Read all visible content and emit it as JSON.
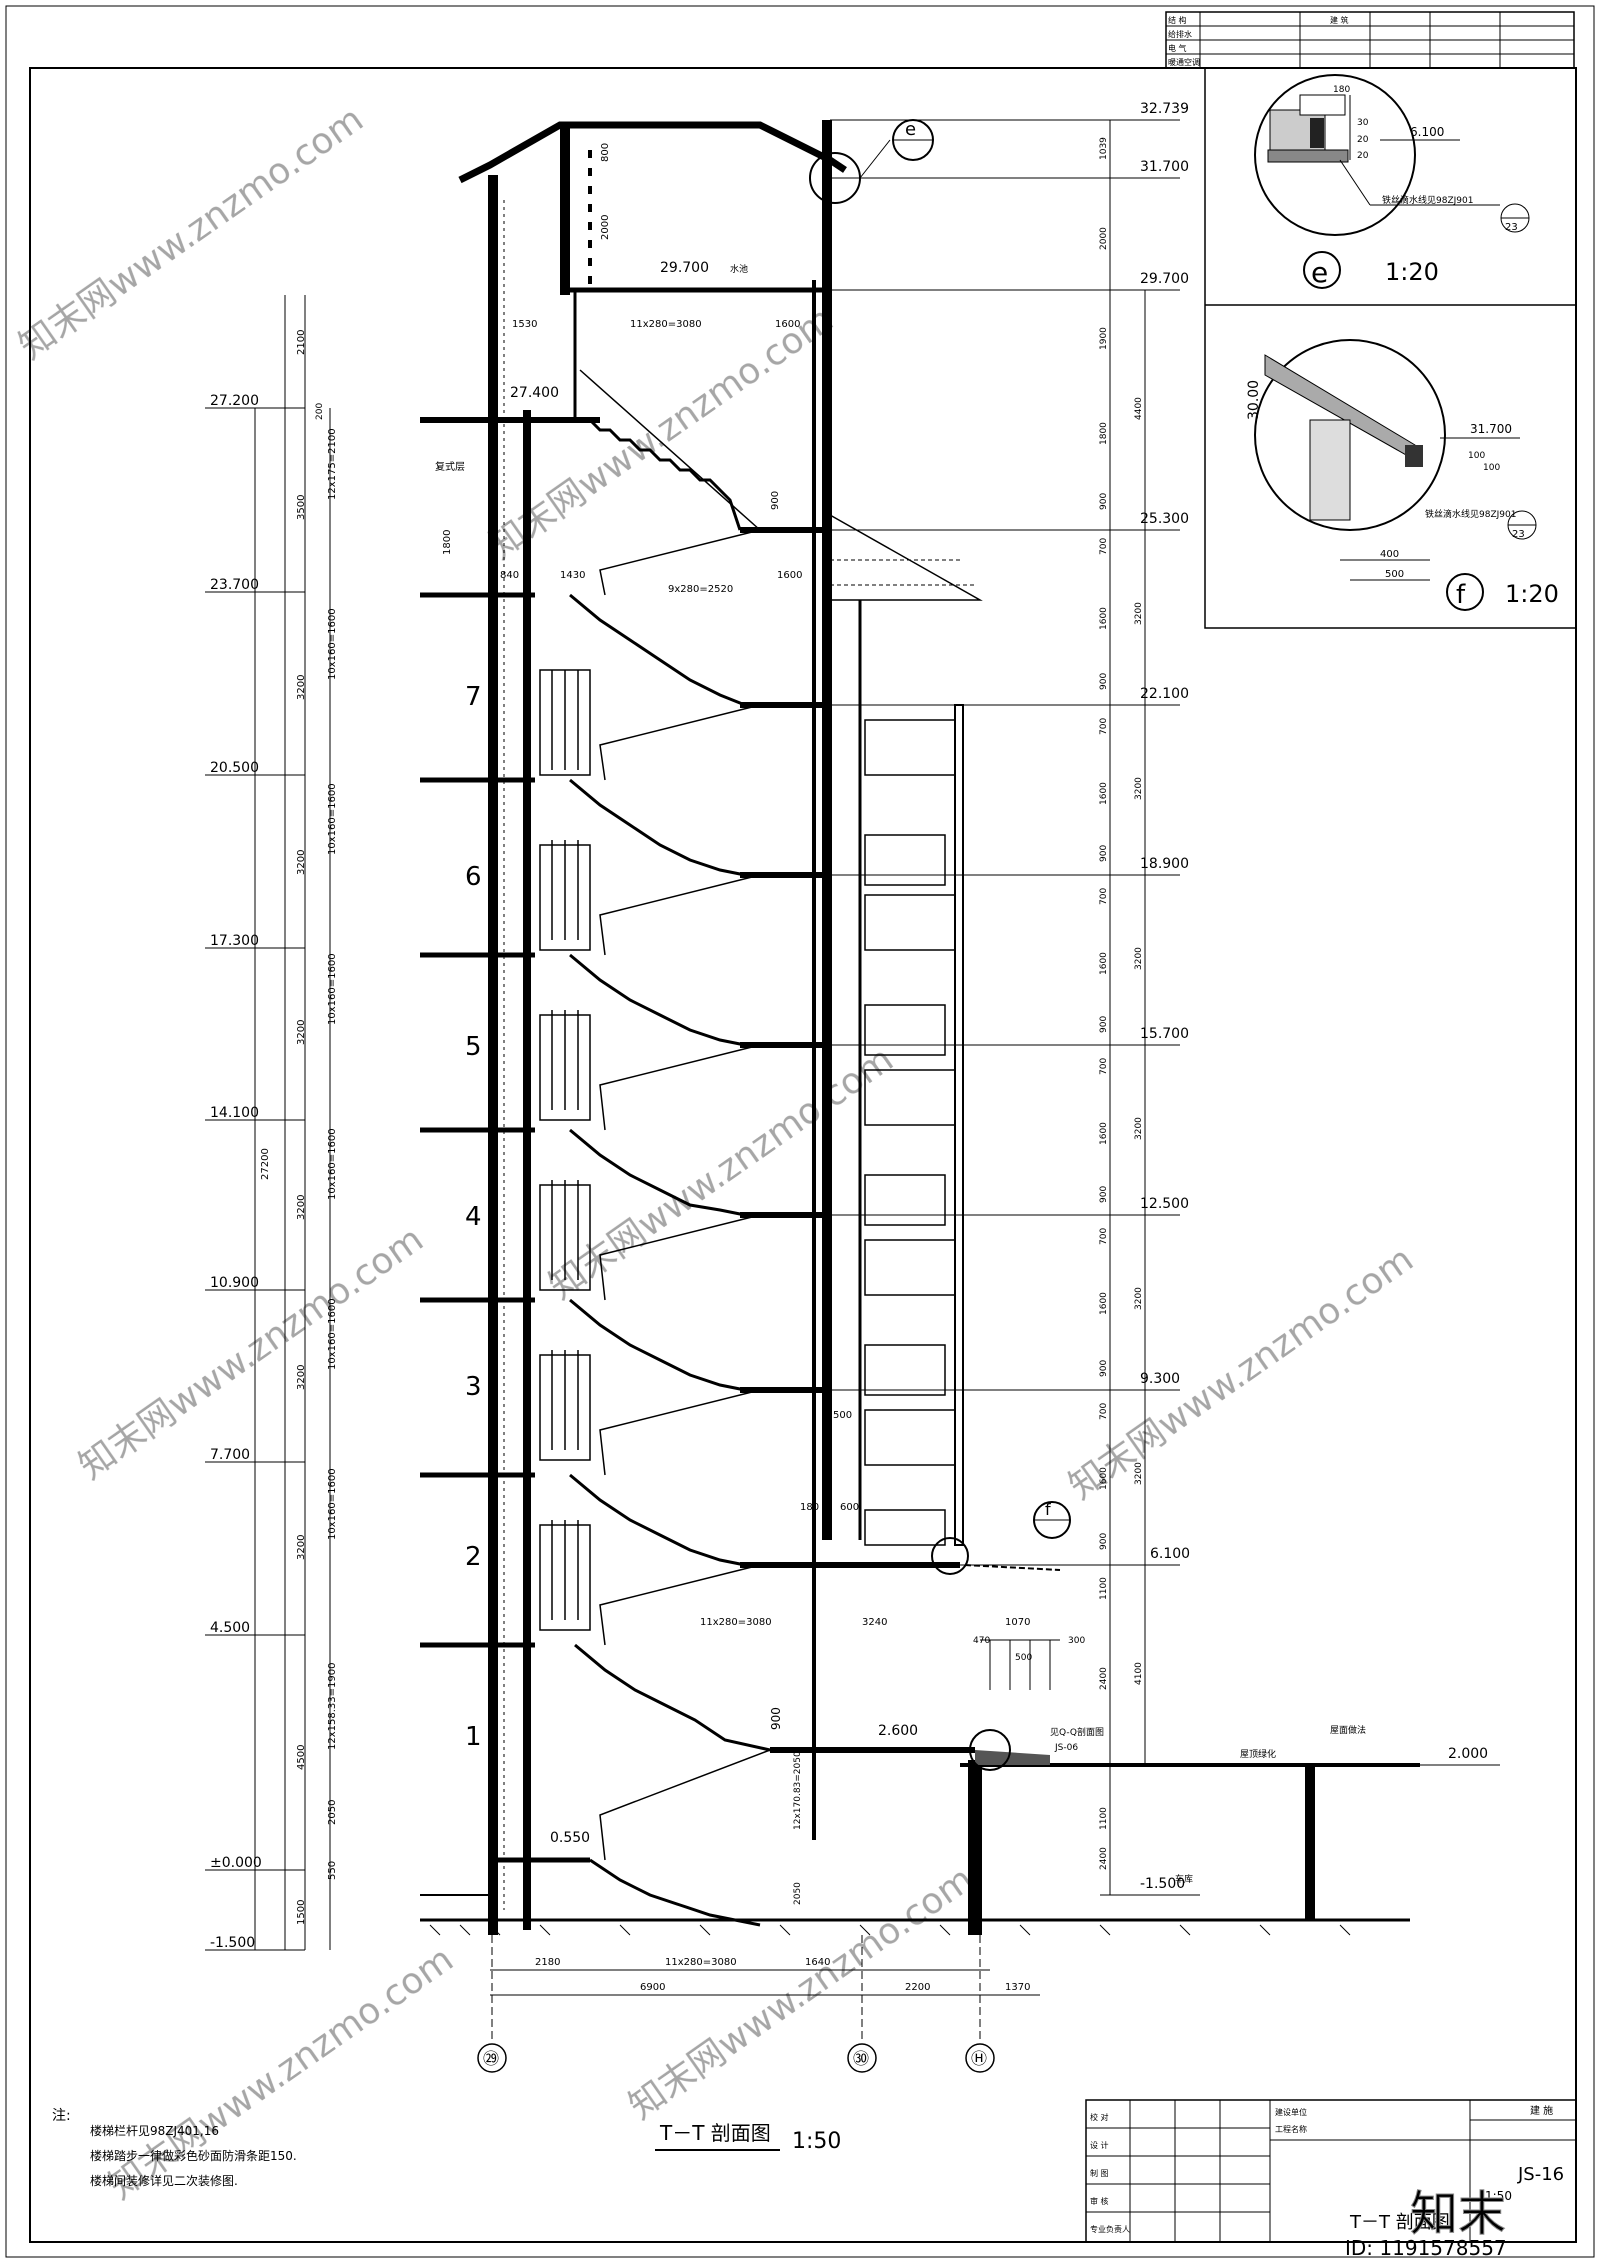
{
  "left_elevations": [
    "27.200",
    "23.700",
    "20.500",
    "17.300",
    "14.100",
    "10.900",
    "7.700",
    "4.500",
    "±0.000",
    "-1.500"
  ],
  "right_elevations": [
    "32.739",
    "31.700",
    "29.700",
    "25.300",
    "22.100",
    "18.900",
    "15.700",
    "12.500",
    "9.300",
    "6.100",
    "2.000",
    "-1.500"
  ],
  "interior_labels": {
    "roof_water_tank_level": "29.700",
    "water_tank": "水池",
    "upper_landing_level": "27.400",
    "duplex_room": "复式层",
    "bottom_landing_level": "0.550",
    "podium_level": "2.600",
    "carport": "车库"
  },
  "floor_numbers": [
    "7",
    "6",
    "5",
    "4",
    "3",
    "2",
    "1"
  ],
  "left_dims_outer": [
    "2100",
    "3500",
    "3200",
    "3200",
    "3200",
    "3200",
    "3200",
    "3200",
    "4500",
    "1500"
  ],
  "left_dims_inner": [
    "12x175=2100",
    "10x160=1600",
    "10x160=1600",
    "10x160=1600",
    "10x160=1600",
    "10x160=1600",
    "10x160=1600",
    "12x158.33=1900",
    "2050",
    "550"
  ],
  "total_height": "27200",
  "left_misc_dims": [
    "200",
    "1800",
    "840",
    "1430"
  ],
  "right_dims": [
    "1039",
    "2000",
    "1900",
    "1800",
    "900",
    "700",
    "1600",
    "900",
    "700",
    "1600",
    "900",
    "700",
    "1600",
    "900",
    "700",
    "1600",
    "900",
    "700",
    "1600",
    "900",
    "700",
    "1600",
    "900",
    "1100",
    "2400",
    "1100",
    "2400"
  ],
  "right_dims_outer": [
    "4400",
    "3200",
    "3200",
    "3200",
    "3200",
    "3200",
    "3200",
    "4100"
  ],
  "top_dims": [
    "1530",
    "11x280=3080",
    "1600",
    "800",
    "2000"
  ],
  "mid_dims": [
    "9x280=2520",
    "1600",
    "900",
    "500",
    "600",
    "180"
  ],
  "lower_dims": [
    "11x280=3080",
    "3240",
    "1070",
    "470",
    "500",
    "300",
    "900",
    "12x170.83=2050",
    "2050"
  ],
  "bottom_dims_row1": [
    "2180",
    "11x280=3080",
    "1640"
  ],
  "bottom_dims_row2": [
    "6900",
    "2200",
    "1370"
  ],
  "axes": [
    "㉙",
    "㉚",
    "Ⓗ"
  ],
  "detail_e": {
    "circle_letter": "e",
    "scale": "1:20",
    "level": "6.100",
    "dims": [
      "180",
      "30",
      "20",
      "20"
    ],
    "note": "铁丝滴水线见98ZJ901",
    "ref": "23"
  },
  "detail_f": {
    "circle_letter": "f",
    "scale": "1:20",
    "level": "31.700",
    "dims": [
      "30.00",
      "100",
      "100",
      "400",
      "500"
    ],
    "note": "铁丝滴水线见98ZJ901",
    "ref": "23"
  },
  "annotations": {
    "wall_section": "见Q-Q剖面图",
    "wall_ref": "JS-06",
    "roof_finish": "屋顶绿化",
    "roof_finish2": "屋面做法"
  },
  "notes": {
    "heading": "注:",
    "line1": "楼梯栏杆见98ZJ401,16",
    "line2": "楼梯踏步一律做彩色砂面防滑条距150.",
    "line3": "楼梯间装修详见二次装修图."
  },
  "drawing_title": "T－T 剖面图",
  "drawing_scale": "1:50",
  "title_block": {
    "row_labels": [
      "校 对",
      "设 计",
      "制 图",
      "审 核",
      "专业负责人"
    ],
    "project_labels": [
      "建设单位",
      "工程名称"
    ],
    "drawing_name": "T－T 剖面图",
    "scale": "1:50",
    "sheet_no": "JS-16",
    "discipline": "建 施"
  },
  "top_table": [
    "结 构",
    "给排水",
    "电 气",
    "暖通空调",
    "建 筑"
  ],
  "watermark": "知末网www.znzmo.com",
  "logo_text": "知末",
  "id_text": "ID: 1191578557"
}
